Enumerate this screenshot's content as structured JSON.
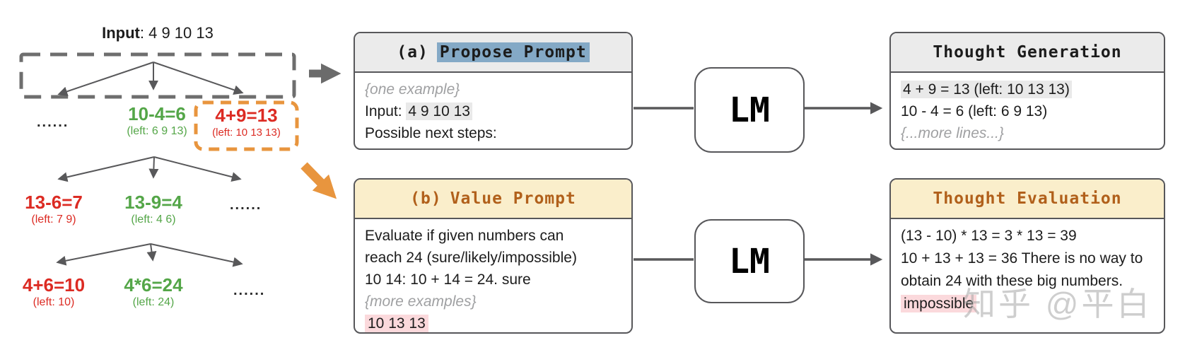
{
  "colors": {
    "green": "#54a648",
    "red": "#dc2b23",
    "orange": "#e8953e",
    "arrow_gray": "#58585a",
    "blue_highlight": "#84a9c6",
    "cream_header": "#faeecb",
    "gray_header": "#ebebeb",
    "brown_title": "#b1601b",
    "pink_highlight": "#fbd9dc",
    "gray_highlight": "#e9e9e9"
  },
  "tree": {
    "input_label": "Input",
    "input_rest": ": 4 9 10 13",
    "dots": "......",
    "level1": {
      "green": {
        "eq": "10-4=6",
        "left": "(left: 6 9 13)"
      },
      "red": {
        "eq": "4+9=13",
        "left": "(left: 10 13 13)"
      }
    },
    "level2": {
      "red": {
        "eq": "13-6=7",
        "left": "(left: 7 9)"
      },
      "green": {
        "eq": "13-9=4",
        "left": "(left: 4 6)"
      }
    },
    "level3": {
      "red": {
        "eq": "4+6=10",
        "left": "(left: 10)"
      },
      "green": {
        "eq": "4*6=24",
        "left": "(left: 24)"
      }
    }
  },
  "boxes": {
    "propose": {
      "tag": "(a)",
      "title": "Propose Prompt",
      "example_note": "{one example}",
      "input_prefix": "Input: ",
      "input_numbers": "4 9 10 13",
      "next_steps": "Possible next steps:"
    },
    "lm_label": "LM",
    "generation": {
      "title": "Thought Generation",
      "line1": "4 + 9 = 13 (left: 10 13 13)",
      "line2": "10 - 4 = 6 (left: 6 9 13)",
      "more": "{...more lines...}"
    },
    "value": {
      "tag": "(b)",
      "title": "Value Prompt",
      "line1": "Evaluate if given numbers can",
      "line2": "reach 24 (sure/likely/impossible)",
      "line3": "10 14: 10 + 14 = 24. sure",
      "more": "{more examples}",
      "candidate": "10 13 13"
    },
    "evaluation": {
      "title": "Thought Evaluation",
      "line1": "(13 - 10) * 13 = 3 * 13 = 39",
      "body": "10 + 13 + 13 = 36 There is no way to obtain 24 with these big numbers. ",
      "verdict": "impossible"
    }
  },
  "watermark": "知乎 @平白"
}
